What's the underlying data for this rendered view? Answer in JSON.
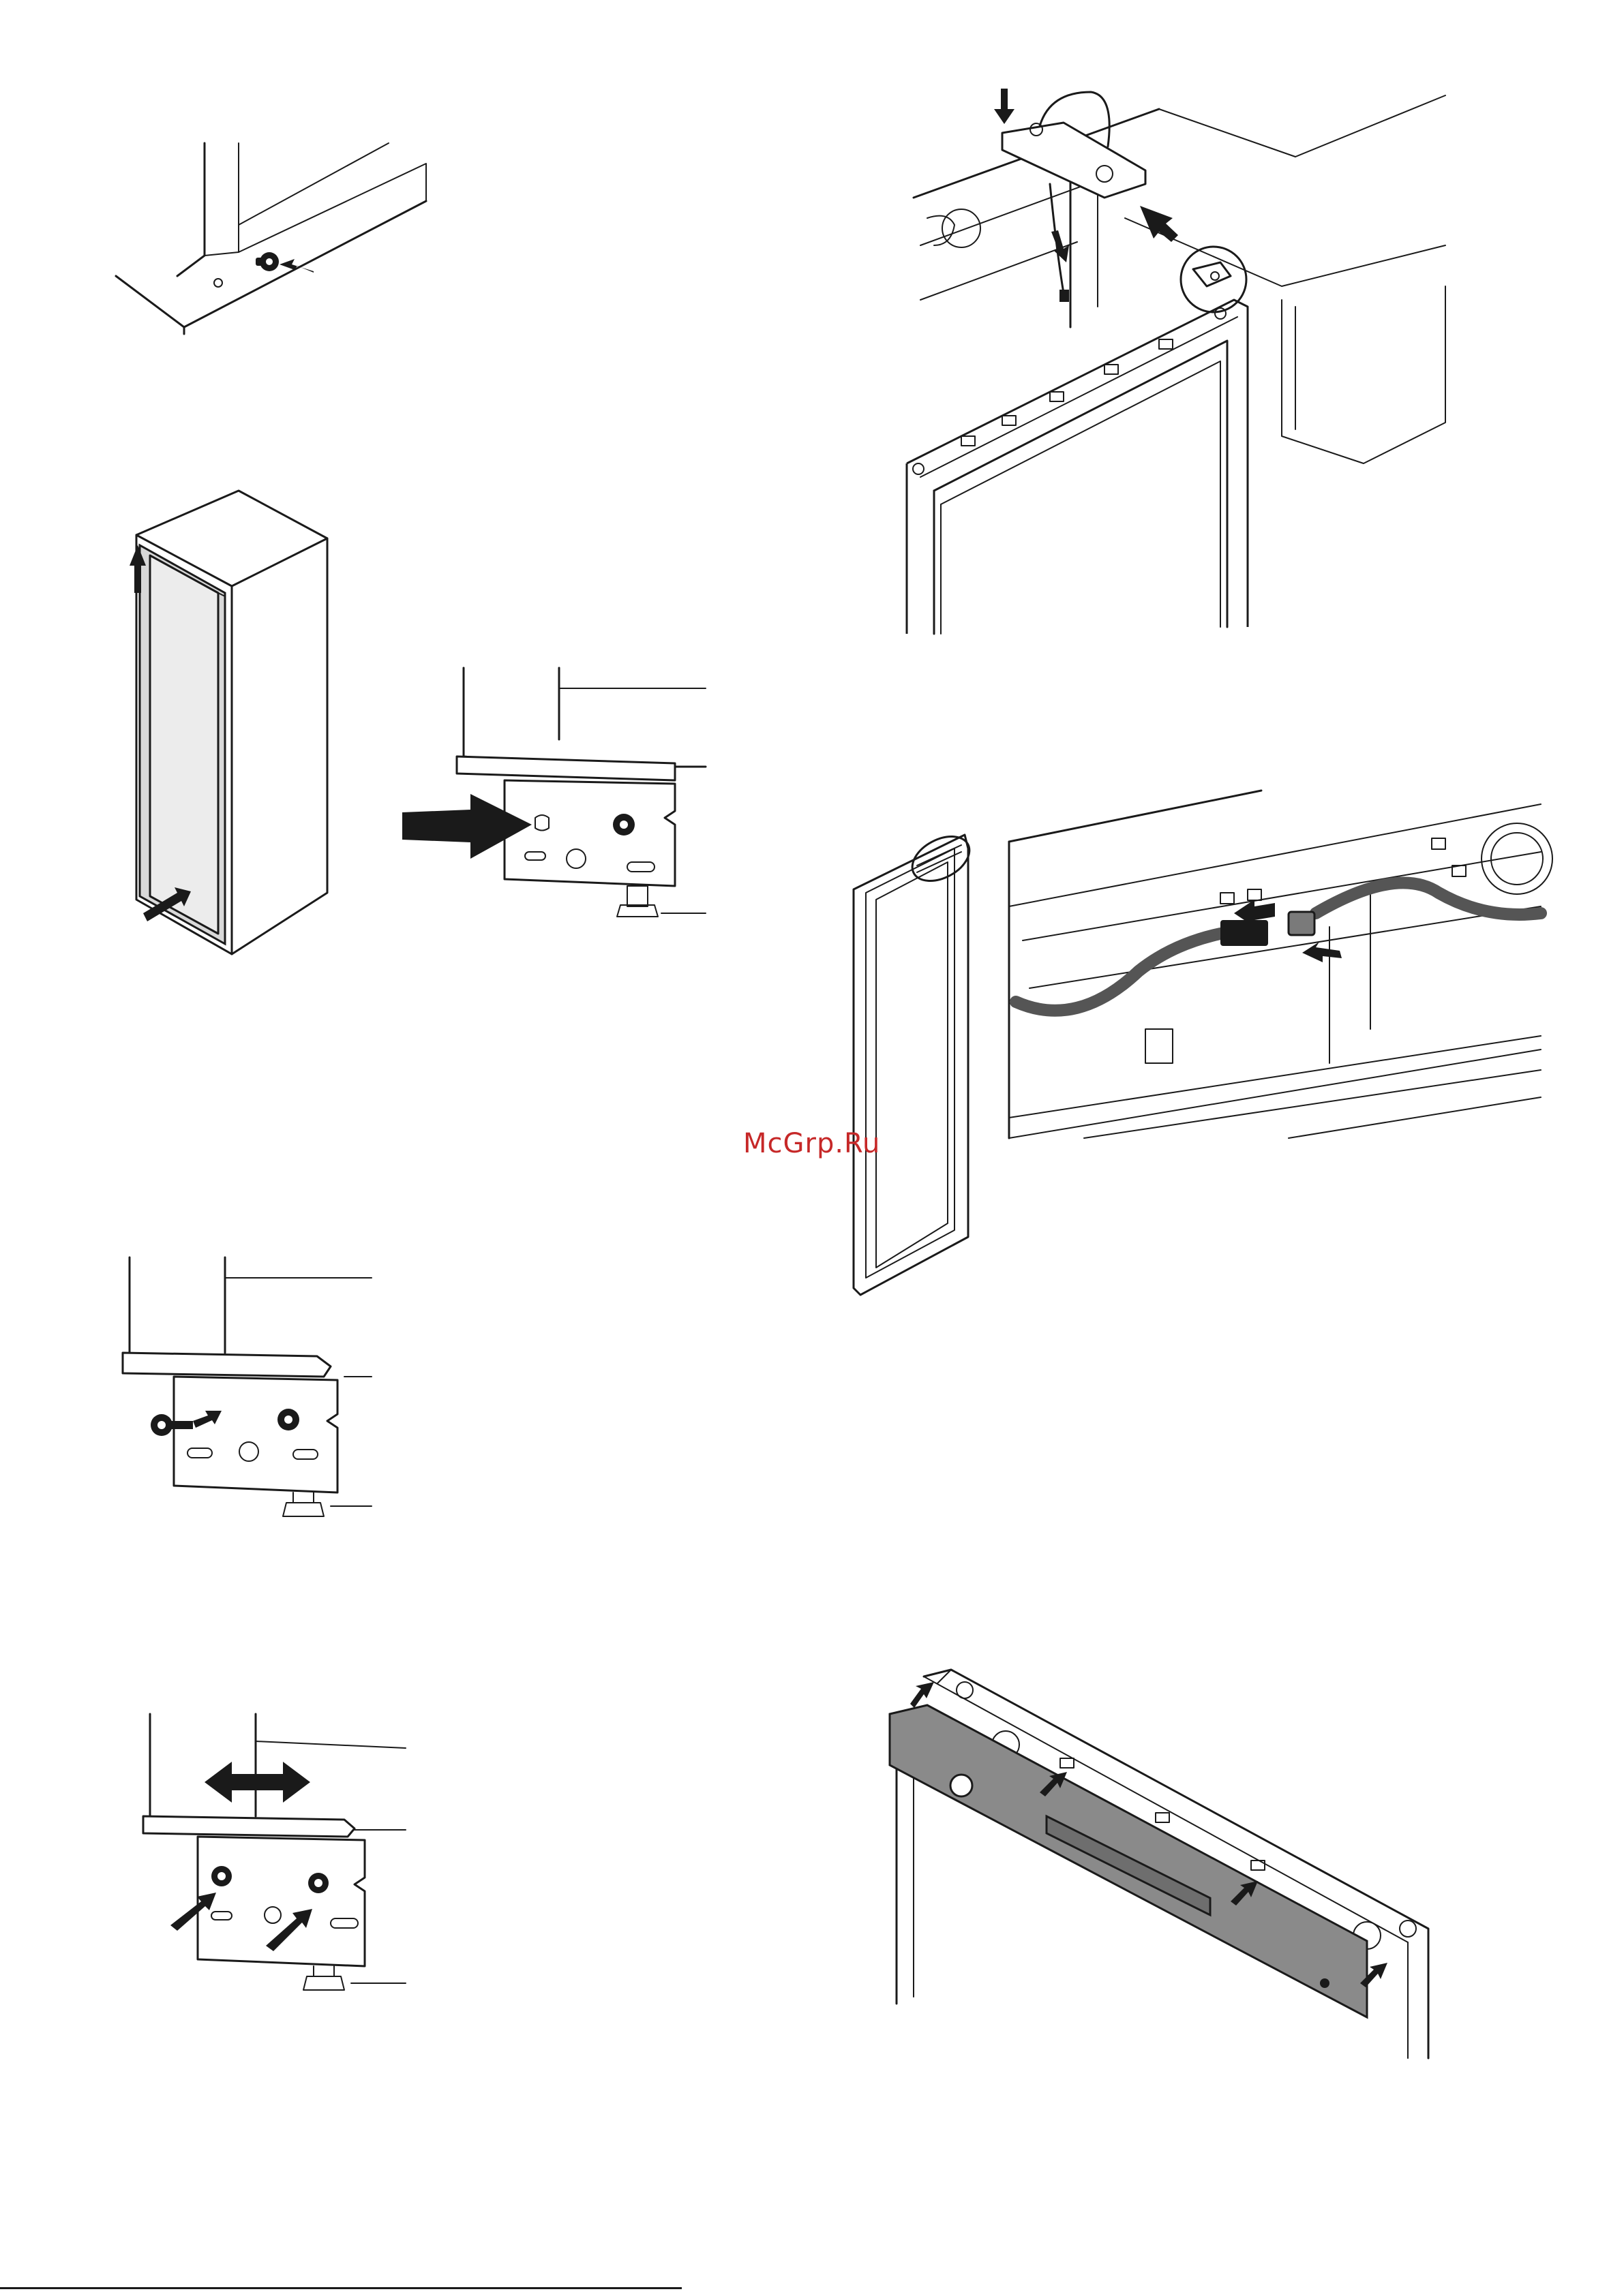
{
  "page": {
    "watermark": "McGrp.Ru"
  },
  "figures": [
    {
      "id": "fig-1",
      "icon": "cabinet-side-screw-illustration"
    },
    {
      "id": "fig-2",
      "icon": "cabinet-door-lift-illustration"
    },
    {
      "id": "fig-3",
      "icon": "hinge-bracket-push-illustration"
    },
    {
      "id": "fig-4",
      "icon": "hinge-screws-illustration"
    },
    {
      "id": "fig-5",
      "icon": "hinge-adjust-illustration"
    },
    {
      "id": "fig-6",
      "icon": "top-hinge-cable-illustration"
    },
    {
      "id": "fig-7",
      "icon": "door-connector-illustration"
    },
    {
      "id": "fig-8",
      "icon": "top-cover-panel-illustration"
    }
  ]
}
